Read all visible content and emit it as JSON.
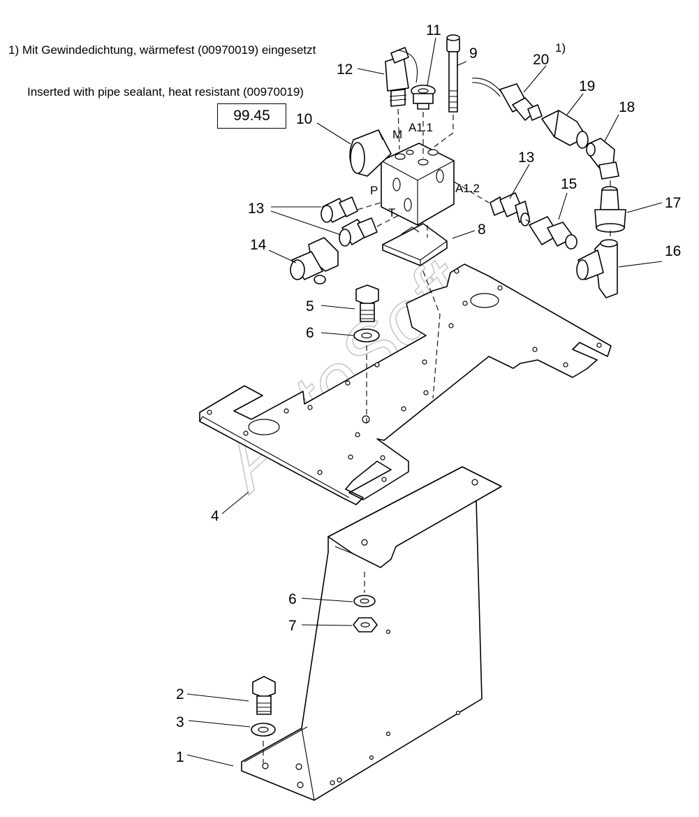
{
  "note": {
    "line1": "1) Mit Gewindedichtung, wärmefest (00970019) eingesetzt",
    "line2": "Inserted with pipe sealant, heat resistant (00970019)"
  },
  "ref_box": "99.45",
  "watermark": "AutoSoft",
  "ports": {
    "m": "M",
    "a11": "A1.1",
    "p": "P",
    "t": "T",
    "a12": "A1.2"
  },
  "callouts": {
    "c1": "1",
    "c2": "2",
    "c3": "3",
    "c4": "4",
    "c5": "5",
    "c6a": "6",
    "c6b": "6",
    "c7": "7",
    "c8": "8",
    "c9": "9",
    "c10": "10",
    "c11": "11",
    "c12": "12",
    "c13a": "13",
    "c13b": "13",
    "c14": "14",
    "c15": "15",
    "c16": "16",
    "c17": "17",
    "c18": "18",
    "c19": "19",
    "c20": "20",
    "c20_sup": "1)"
  }
}
